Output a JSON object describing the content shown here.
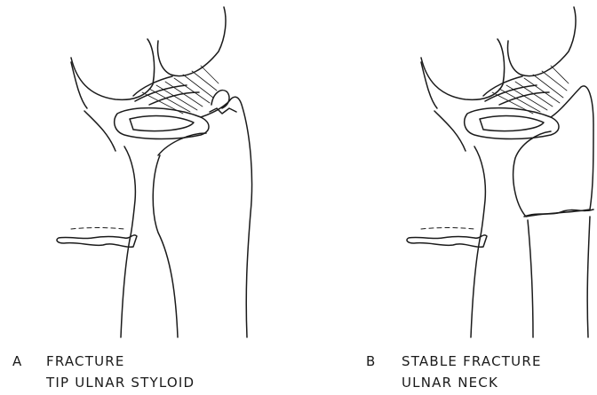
{
  "panels": [
    {
      "letter": "A",
      "caption_line1": "FRACTURE",
      "caption_line2": "TIP ULNAR STYLOID"
    },
    {
      "letter": "B",
      "caption_line1": "STABLE FRACTURE",
      "caption_line2": "ULNAR NECK"
    }
  ],
  "colors": {
    "ink": "#1b1b1b",
    "background": "#ffffff"
  }
}
